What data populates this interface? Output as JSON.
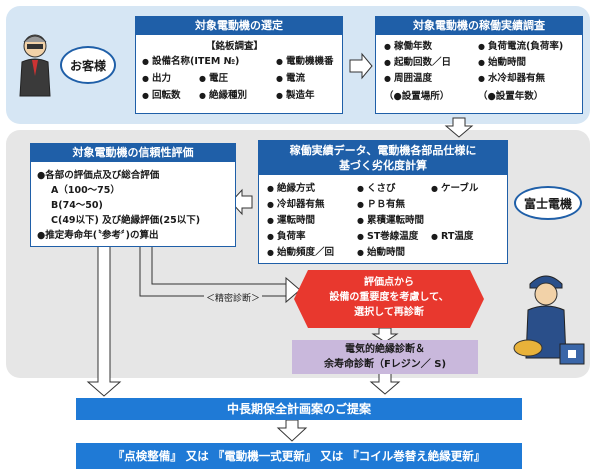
{
  "customer": {
    "label": "お客様"
  },
  "fuji": {
    "label": "富士電機"
  },
  "selection": {
    "title": "対象電動機の選定",
    "subhead": "【銘板調査】",
    "items": [
      "設備名称(ITEM №)",
      "電動機機番",
      "出力",
      "電圧",
      "電流",
      "回転数",
      "絶縁種別",
      "製造年"
    ]
  },
  "survey": {
    "title": "対象電動機の稼働実績調査",
    "items": [
      "稼働年数",
      "負荷電流(負荷率)",
      "起動回数／日",
      "始動時間",
      "周囲温度",
      "水冷却器有無"
    ],
    "notes": [
      "（●設置場所）",
      "（●設置年数）"
    ]
  },
  "calc": {
    "title_line1": "稼働実績データ、電動機各部品仕様に",
    "title_line2": "基づく劣化度計算",
    "items": [
      "絶縁方式",
      "くさび",
      "ケーブル",
      "冷却器有無",
      "ＰＢ有無",
      "運転時間",
      "累積運転時間",
      "負荷率",
      "ST巻線温度",
      "RT温度",
      "始動頻度／回",
      "始動時間"
    ]
  },
  "reliability": {
    "title": "対象電動機の信頼性評価",
    "lines": [
      "●各部の評価点及び総合評価",
      "A（100～75）",
      "B(74～50)",
      "C(49以下) 及び絶縁評価(25以下)",
      "●推定寿命年(〝参考〞)の算出"
    ]
  },
  "precise": {
    "label": "＜精密診断＞"
  },
  "rediag": {
    "lines": [
      "評価点から",
      "設備の重要度を考慮して、",
      "選択して再診断"
    ]
  },
  "electrical": {
    "lines": [
      "電気的絶縁診断＆",
      "余寿命診断（Fレジン／ S)"
    ]
  },
  "proposal": {
    "label": "中長期保全計画案のご提案"
  },
  "final": {
    "label": "『点検整備』 又は 『電動機一式更新』 又は 『コイル巻替え絶縁更新』"
  },
  "colors": {
    "accent": "#1f5fa8",
    "bar": "#1f7ad6",
    "red": "#e8382e",
    "purple": "#c9b8dc"
  }
}
